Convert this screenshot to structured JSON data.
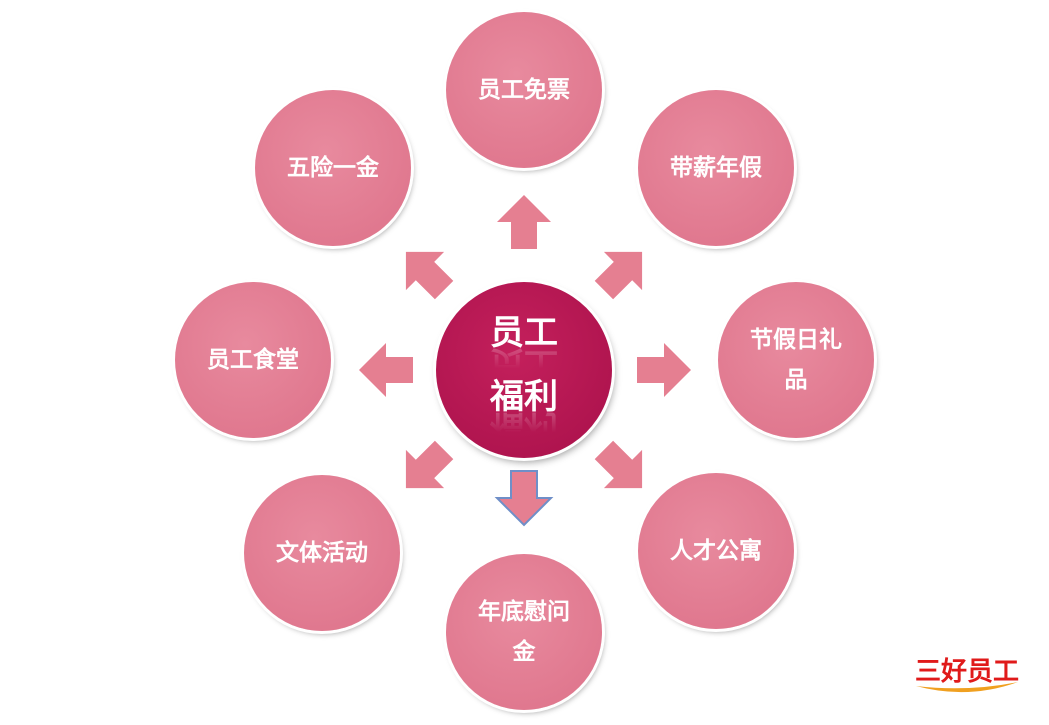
{
  "center": {
    "line1": "员工",
    "line2": "福利"
  },
  "benefits": [
    {
      "label": "员工免票"
    },
    {
      "label": "带薪年假"
    },
    {
      "label": "节假日礼品"
    },
    {
      "label": "人才公寓"
    },
    {
      "label": "年底慰问金"
    },
    {
      "label": "文体活动"
    },
    {
      "label": "员工食堂"
    },
    {
      "label": "五险一金"
    }
  ],
  "logo": {
    "text": "三好员工"
  },
  "colors": {
    "node": "#e07a91",
    "center": "#b5174f",
    "arrow": "#e57f91",
    "arrow_outline": "#6f8fc8"
  }
}
